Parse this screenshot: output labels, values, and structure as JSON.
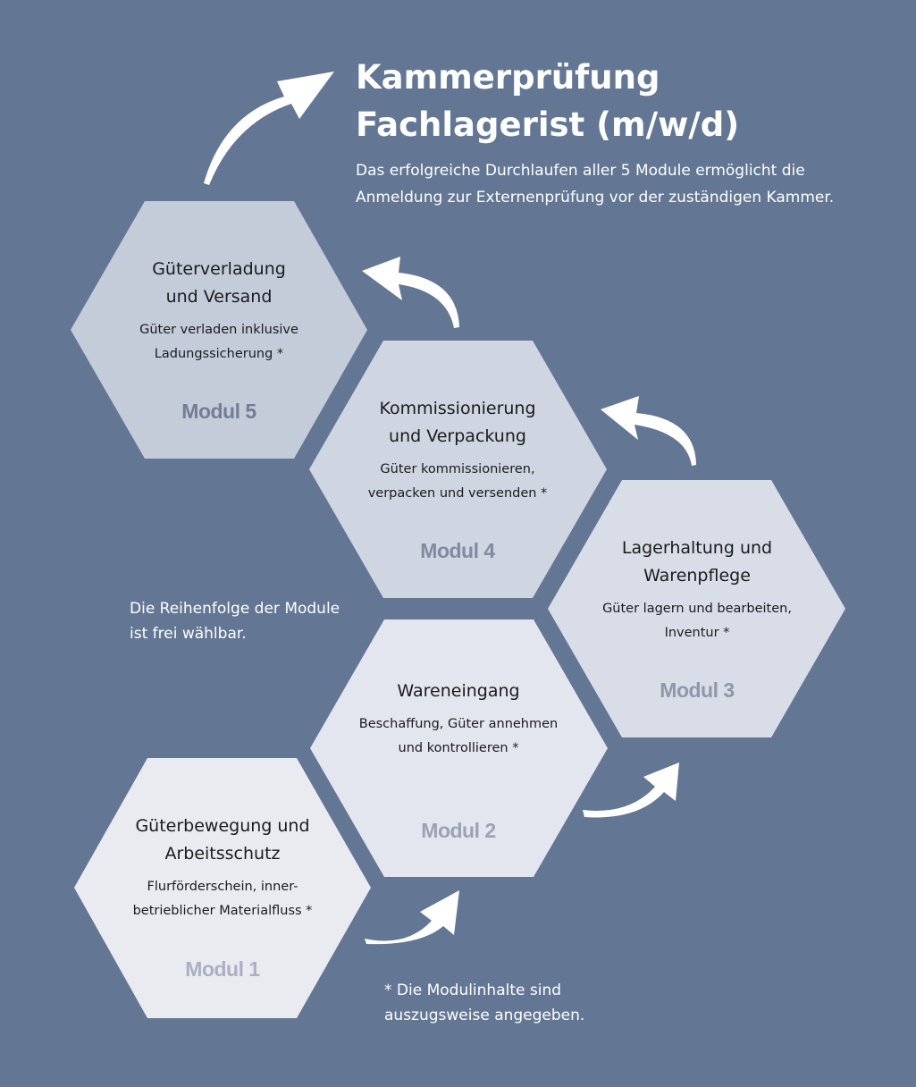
{
  "header": {
    "title_line1": "Kammerprüfung",
    "title_line2": "Fachlagerist (m/w/d)",
    "subtitle_line1": "Das erfolgreiche Durchlaufen aller 5 Module ermöglicht die",
    "subtitle_line2": "Anmeldung zur Externenprüfung vor der zuständigen Kammer."
  },
  "notes": {
    "order_line1": "Die Reihenfolge der Module",
    "order_line2": "ist frei wählbar.",
    "footnote_line1": "* Die Modulinhalte sind",
    "footnote_line2": "auszugsweise angegeben."
  },
  "modules": [
    {
      "title_line1": "Güterbewegung und",
      "title_line2": "Arbeitsschutz",
      "desc_line1": "Flurförderschein, inner-",
      "desc_line2": "betrieblicher Materialfluss *",
      "label": "Modul 1"
    },
    {
      "title_line1": "Wareneingang",
      "title_line2": "",
      "desc_line1": "Beschaffung, Güter annehmen",
      "desc_line2": "und kontrollieren *",
      "label": "Modul 2"
    },
    {
      "title_line1": "Lagerhaltung und",
      "title_line2": "Warenpflege",
      "desc_line1": "Güter lagern und bearbeiten,",
      "desc_line2": "Inventur *",
      "label": "Modul 3"
    },
    {
      "title_line1": "Kommissionierung",
      "title_line2": "und Verpackung",
      "desc_line1": "Güter kommissionieren,",
      "desc_line2": "verpacken und versenden *",
      "label": "Modul 4"
    },
    {
      "title_line1": "Güterverladung",
      "title_line2": "und Versand",
      "desc_line1": "Güter verladen inklusive",
      "desc_line2": "Ladungssicherung *",
      "label": "Modul 5"
    }
  ],
  "colors": {
    "background": "#637794",
    "hex_module1": "#eaebf1",
    "hex_module2": "#e3e6ee",
    "hex_module3": "#d8dde8",
    "hex_module4": "#cfd5e1",
    "hex_module5": "#c4ccda",
    "label_module1": "#aab0c2",
    "label_module2": "#9ba2b6",
    "label_module3": "#8f97ab",
    "label_module4": "#808aa0",
    "label_module5": "#737d94",
    "arrow": "#ffffff"
  }
}
